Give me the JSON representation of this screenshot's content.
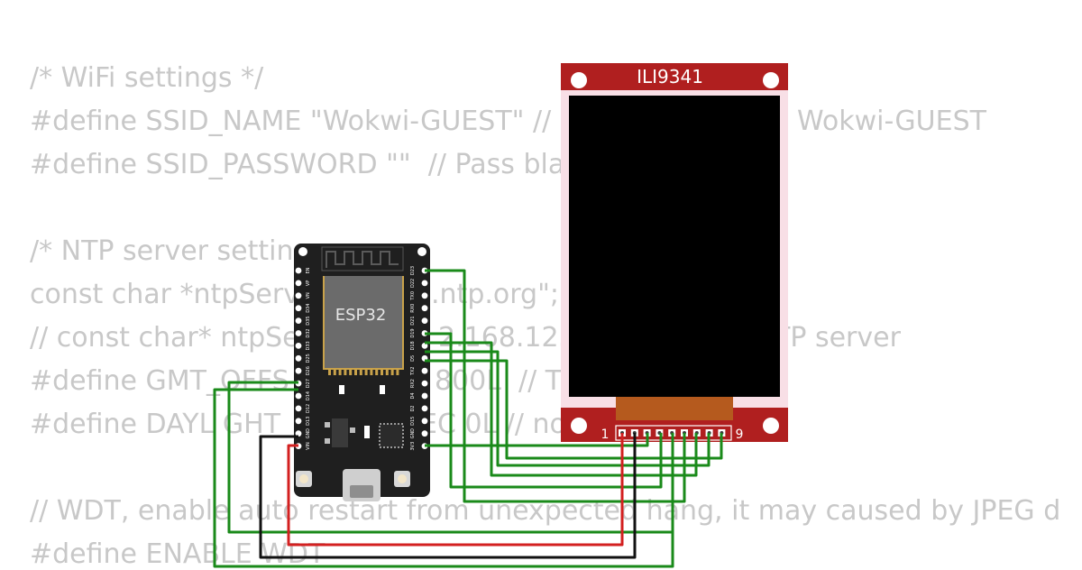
{
  "code_lines": [
    "/* WiFi settings */",
    "#define SSID_NAME \"Wokwi-GUEST\" // n",
    "Wokwi-GUEST",
    "#define SSID_PASSWORD \"\"  // Pass blar",
    "/* NTP server settin",
    "const char *ntpServ",
    ".ntp.org\";",
    "// const char* ntpSe",
    "2.168.123",
    "TP server",
    "#define GMT_OFFS",
    "800L  // Ti",
    "#define DAYL GHT",
    "EC 0L // no",
    "// WDT, enable auto restart from unexpected hang, it may caused by JPEG d",
    "#define ENABLE WDT"
  ],
  "display": {
    "title": "ILI9341",
    "pin_first": "1",
    "pin_last": "9"
  },
  "esp32": {
    "label": "ESP32",
    "left_pins": [
      "EN",
      "VP",
      "VN",
      "D34",
      "D35",
      "D32",
      "D33",
      "D25",
      "D26",
      "D27",
      "D14",
      "D12",
      "D13",
      "GND",
      "VIN"
    ],
    "right_pins": [
      "D23",
      "D22",
      "TX0",
      "RX0",
      "D21",
      "D19",
      "D18",
      "D5",
      "TX2",
      "RX2",
      "D4",
      "D2",
      "D15",
      "GND",
      "3V3"
    ]
  },
  "colors": {
    "board": "#1f1f1f",
    "display_pcb": "#b01f1f",
    "wire_green": "#1a8a1a",
    "wire_red": "#d32020",
    "wire_black": "#111111",
    "code_text": "#c8c8c8"
  }
}
